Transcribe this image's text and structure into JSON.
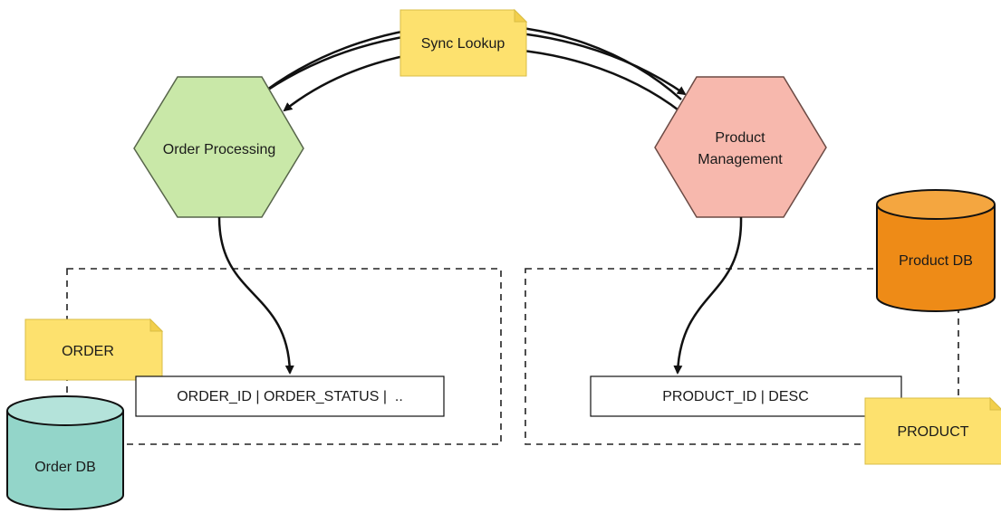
{
  "nodes": {
    "sync_note": {
      "label": "Sync Lookup",
      "fill": "#fde16e",
      "stroke": "#d6b93b"
    },
    "order_service": {
      "label": "Order Processing",
      "fill": "#c9e8a8",
      "stroke": "#5a6b4a"
    },
    "product_service": {
      "label_line1": "Product",
      "label_line2": "Management",
      "fill": "#f7b8ad",
      "stroke": "#6b4a44"
    },
    "order_note": {
      "label": "ORDER",
      "fill": "#fde16e"
    },
    "product_note": {
      "label": "PRODUCT",
      "fill": "#fde16e"
    },
    "order_table": {
      "label": "ORDER_ID | ORDER_STATUS |  .."
    },
    "product_table": {
      "label": "PRODUCT_ID | DESC"
    },
    "order_db": {
      "label": "Order DB",
      "fill": "#93d5c9",
      "top_fill": "#b4e3da"
    },
    "product_db": {
      "label": "Product DB",
      "fill": "#ee8b17",
      "top_fill": "#f4a640"
    }
  },
  "colors": {
    "line": "#111111",
    "dashed": "#222222",
    "background": "#ffffff"
  }
}
